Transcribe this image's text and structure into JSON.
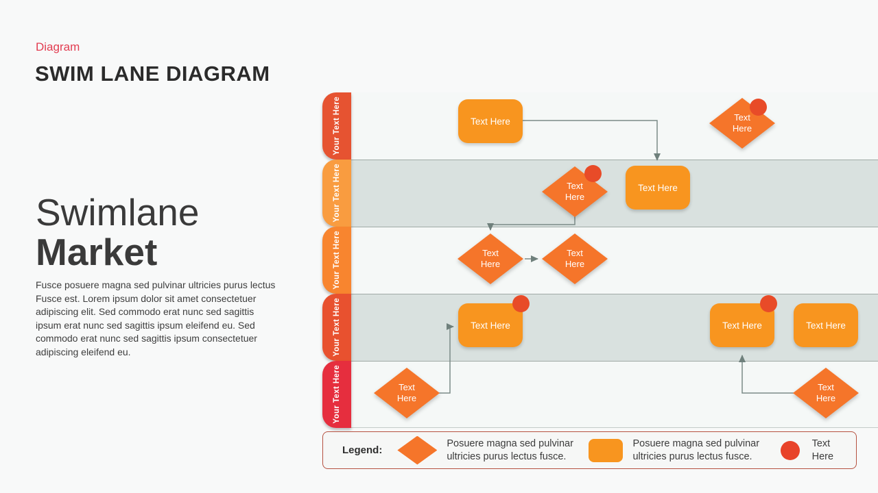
{
  "header": {
    "eyebrow": "Diagram",
    "title": "SWIM LANE DIAGRAM"
  },
  "intro": {
    "heading_thin": "Swimlane",
    "heading_bold": "Market",
    "body": "Fusce posuere magna sed pulvinar ultricies purus lectus Fusce est. Lorem ipsum dolor sit amet consectetuer adipiscing elit. Sed commodo erat nunc sed sagittis ipsum erat nunc sed sagittis ipsum eleifend eu. Sed commodo erat nunc sed sagittis ipsum consectetuer adipiscing eleifend eu."
  },
  "lanes": [
    {
      "label": "Your Text Here",
      "color": "#e65331"
    },
    {
      "label": "Your Text Here",
      "color": "#f99c40"
    },
    {
      "label": "Your Text Here",
      "color": "#f8852f"
    },
    {
      "label": "Your Text Here",
      "color": "#e8512f"
    },
    {
      "label": "Your Text Here",
      "color": "#e62e3e"
    }
  ],
  "nodes": {
    "boxes": [
      {
        "label": "Text Here"
      },
      {
        "label": "Text Here"
      },
      {
        "label": "Text Here"
      },
      {
        "label": "Text Here"
      },
      {
        "label": "Text Here"
      }
    ],
    "diamonds": [
      {
        "label": "Text Here"
      },
      {
        "label": "Text Here"
      },
      {
        "label": "Text Here"
      },
      {
        "label": "Text Here"
      },
      {
        "label": "Text Here"
      },
      {
        "label": "Text Here"
      }
    ]
  },
  "legend": {
    "title": "Legend:",
    "items": [
      {
        "icon": "diamond-icon",
        "text": "Posuere magna sed pulvinar ultricies purus lectus fusce."
      },
      {
        "icon": "rounded-rect-icon",
        "text": "Posuere magna sed pulvinar ultricies purus lectus fusce."
      },
      {
        "icon": "circle-icon",
        "text": "Text Here"
      }
    ]
  },
  "colors": {
    "accent_red": "#e23c50",
    "box_orange": "#f8951f",
    "diamond_orange": "#f5752a",
    "badge_red": "#e84b28",
    "lane_light": "#f5f8f7",
    "lane_gray": "#d9e1df",
    "connector_gray": "#7b8a87",
    "legend_border": "#b5503f",
    "tab_colors": [
      "#e65331",
      "#f99c40",
      "#f8852f",
      "#e8512f",
      "#e62e3e"
    ]
  }
}
